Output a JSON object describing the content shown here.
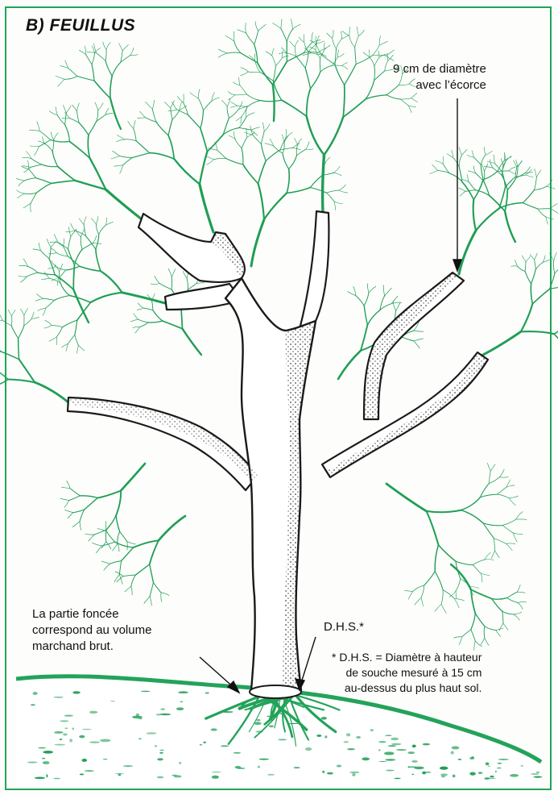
{
  "title": "B) FEUILLUS",
  "annotations": {
    "diameter_note": [
      "9 cm de diamètre",
      "avec l’écorce"
    ],
    "volume_note": [
      "La partie foncée",
      "correspond au volume",
      "marchand brut."
    ],
    "dhs_label": "D.H.S.*",
    "dhs_footnote": [
      "* D.H.S. = Diamètre à hauteur",
      "de souche mesuré à 15 cm",
      "au-dessus du plus haut sol."
    ]
  },
  "colors": {
    "foliage": "#1f9e55",
    "trunk_outline": "#1a1a1a",
    "ground": "#23a35a",
    "frame": "#1fa45a"
  }
}
